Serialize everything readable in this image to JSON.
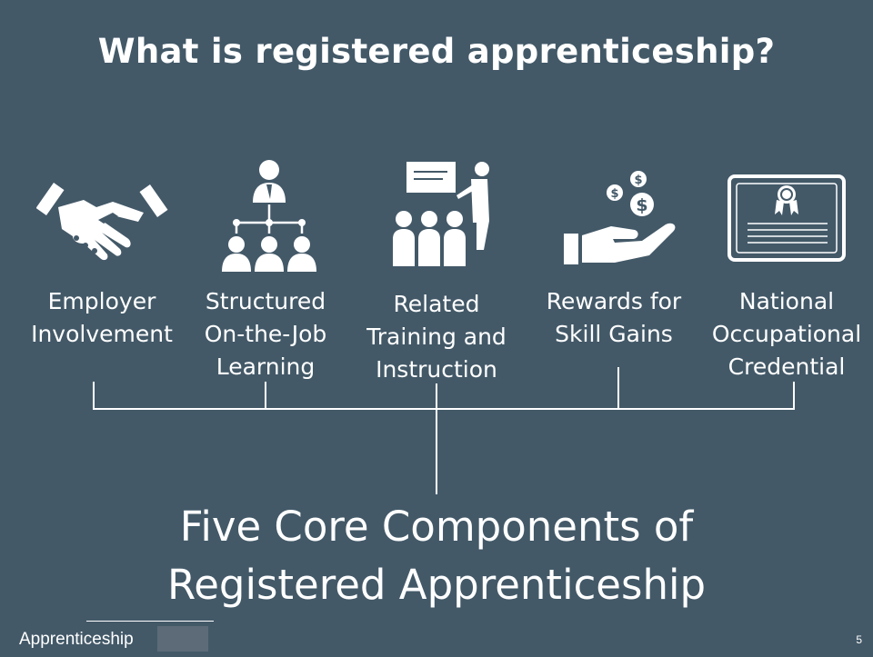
{
  "slide": {
    "title": "What is registered apprenticeship?",
    "components": [
      {
        "icon": "handshake-icon",
        "lines": [
          "Employer",
          "Involvement"
        ]
      },
      {
        "icon": "org-chart-icon",
        "lines": [
          "Structured",
          "On-the-Job",
          "Learning"
        ]
      },
      {
        "icon": "training-presentation-icon",
        "lines": [
          "Related",
          "Training and",
          "Instruction"
        ]
      },
      {
        "icon": "hand-with-money-icon",
        "lines": [
          "Rewards for",
          "Skill Gains"
        ]
      },
      {
        "icon": "certificate-icon",
        "lines": [
          "National",
          "Occupational",
          "Credential"
        ]
      }
    ],
    "summary_line1": "Five Core Components of",
    "summary_line2": "Registered Apprenticeship"
  },
  "footer": {
    "text": "Apprenticeship",
    "page_number": "5"
  },
  "colors": {
    "background": "#435968",
    "foreground": "#ffffff"
  }
}
